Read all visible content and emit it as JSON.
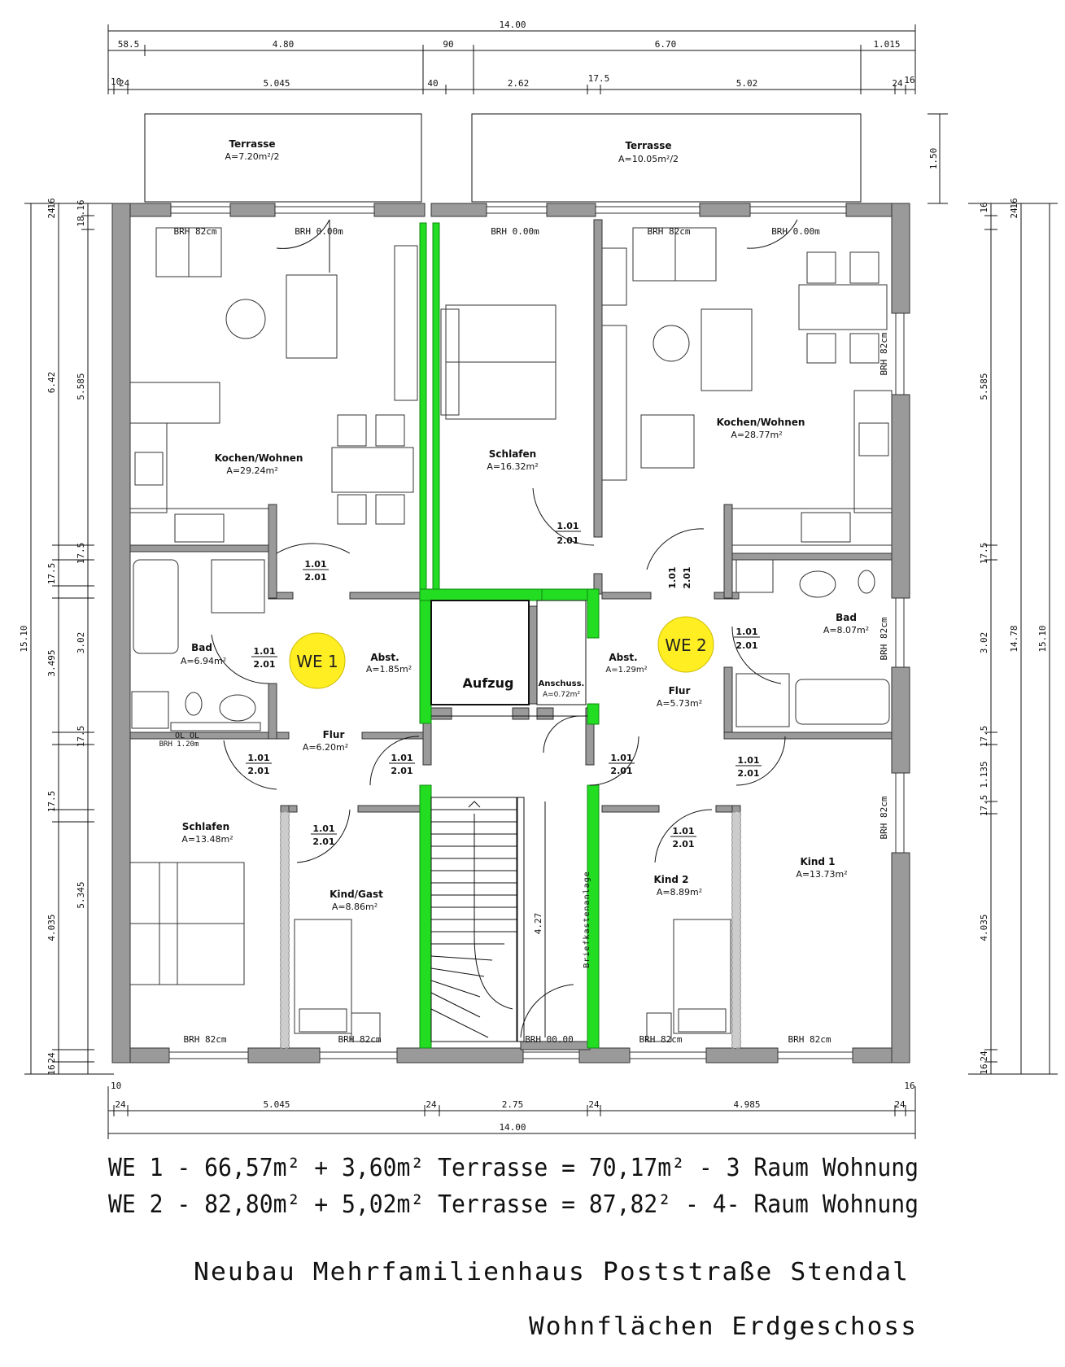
{
  "dimensions": {
    "top_total": "14.00",
    "top_row1": [
      "58.5",
      "4.80",
      "90",
      "6.70",
      "1.015"
    ],
    "top_row2": [
      "10",
      "24",
      "5.045",
      "40",
      "2.62",
      "17.5",
      "5.02",
      "24",
      "16"
    ],
    "bottom_row1": [
      "10",
      "24",
      "5.045",
      "24",
      "2.75",
      "24",
      "4.985",
      "24",
      "16"
    ],
    "bottom_total": "14.00",
    "left_total": "15.10",
    "left_mid": [
      "6.42",
      "17.5",
      "3.495",
      "17.5",
      "4.035"
    ],
    "left_inner": [
      "18.16",
      "24",
      "16",
      "5.585",
      "17.5",
      "3.02",
      "17.5",
      "5.345",
      "24",
      "16"
    ],
    "right_total": "15.10",
    "right_mid": "14.78",
    "right_inner": [
      "16",
      "24",
      "16",
      "5.585",
      "17.5",
      "3.02",
      "17.5",
      "1.135",
      "17.5",
      "4.035",
      "24",
      "16"
    ],
    "terrace_depth": "1.50",
    "stair_length": "4.27"
  },
  "rooms": {
    "terrace1": {
      "name": "Terrasse",
      "area": "A=7.20m²/2"
    },
    "terrace2": {
      "name": "Terrasse",
      "area": "A=10.05m²/2"
    },
    "kw1": {
      "name": "Kochen/Wohnen",
      "area": "A=29.24m²"
    },
    "schlafen_mid": {
      "name": "Schlafen",
      "area": "A=16.32m²"
    },
    "kw2": {
      "name": "Kochen/Wohnen",
      "area": "A=28.77m²"
    },
    "bad1": {
      "name": "Bad",
      "area": "A=6.94m²"
    },
    "abst1": {
      "name": "Abst.",
      "area": "A=1.85m²"
    },
    "aufzug": {
      "name": "Aufzug"
    },
    "anschluss": {
      "name": "Anschuss.",
      "area": "A=0.72m²"
    },
    "abst2": {
      "name": "Abst.",
      "area": "A=1.29m²"
    },
    "bad2": {
      "name": "Bad",
      "area": "A=8.07m²"
    },
    "flur1": {
      "name": "Flur",
      "area": "A=6.20m²"
    },
    "flur2": {
      "name": "Flur",
      "area": "A=5.73m²"
    },
    "schlafen1": {
      "name": "Schlafen",
      "area": "A=13.48m²"
    },
    "kindgast": {
      "name": "Kind/Gast",
      "area": "A=8.86m²"
    },
    "kind2": {
      "name": "Kind 2",
      "area": "A=8.89m²"
    },
    "kind1": {
      "name": "Kind 1",
      "area": "A=13.73m²"
    }
  },
  "labels": {
    "brh82": "BRH 82cm",
    "brh0": "BRH 0.00m",
    "brh0b": "BRH 00.00",
    "brh120": "BRH 1.20m",
    "ol": "OL OL",
    "door_top": "1.01",
    "door_bottom": "2.01",
    "briefkasten": "Briefkastenanlage",
    "we1": "WE 1",
    "we2": "WE 2"
  },
  "summary": {
    "line1": "WE 1 - 66,57m² + 3,60m² Terrasse = 70,17m² - 3 Raum Wohnung",
    "line2": "WE 2 - 82,80m² + 5,02m² Terrasse = 87,82² - 4- Raum Wohnung"
  },
  "title": {
    "line1": "Neubau Mehrfamilienhaus Poststraße Stendal",
    "line2": "Wohnflächen Erdgeschoss"
  },
  "colors": {
    "wall": "#9a9a9a",
    "wall_green": "#22dd22",
    "we_marker": "#ffee22"
  }
}
